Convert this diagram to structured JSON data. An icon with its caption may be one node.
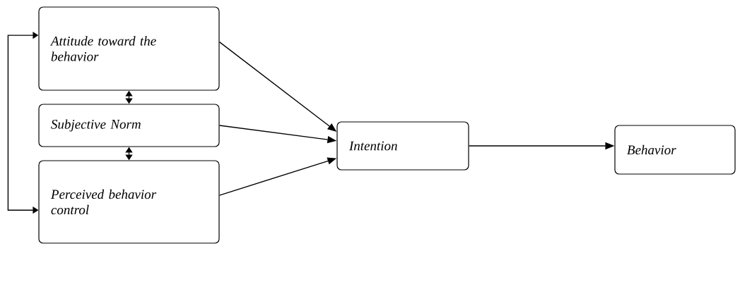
{
  "diagram": {
    "nodes": [
      {
        "text": [
          "Attitude toward the behavior"
        ]
      },
      {
        "text": [
          "Subjective Norm"
        ]
      },
      {
        "text": [
          "Perceived behavior control"
        ]
      },
      {
        "text": [
          "Intention"
        ]
      },
      {
        "text": [
          "Behavior"
        ]
      }
    ],
    "edges": [
      {
        "from": 0,
        "to": 3,
        "arrow": "to"
      },
      {
        "from": 1,
        "to": 3,
        "arrow": "to"
      },
      {
        "from": 2,
        "to": 3,
        "arrow": "to"
      },
      {
        "from": 3,
        "to": 4,
        "arrow": "to"
      },
      {
        "from": 0,
        "to": 1,
        "arrow": "both"
      },
      {
        "from": 1,
        "to": 2,
        "arrow": "both"
      },
      {
        "from": 0,
        "to": 2,
        "arrow": "both"
      }
    ]
  }
}
